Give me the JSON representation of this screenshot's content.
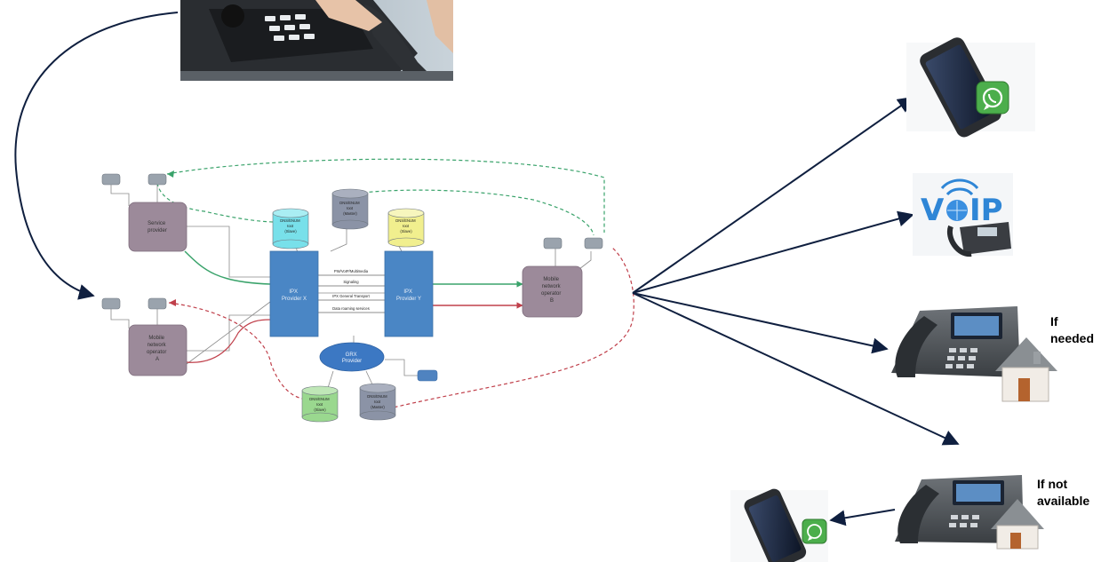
{
  "diagram": {
    "nodes": {
      "service_provider": [
        "Service",
        "provider"
      ],
      "mobile_operator_a": [
        "Mobile",
        "network",
        "operator",
        "A"
      ],
      "mobile_operator_b": [
        "Mobile",
        "network",
        "operator",
        "B"
      ],
      "ipx_provider_x": [
        "IPX",
        "Provider X"
      ],
      "ipx_provider_y": [
        "IPX",
        "Provider Y"
      ],
      "grx_provider": [
        "GRX",
        "Provider"
      ],
      "dns_slave_cyan": [
        "DNS/ENUM",
        "root",
        "(Slave)"
      ],
      "dns_master_top": [
        "DNS/ENUM",
        "root",
        "(Master)"
      ],
      "dns_slave_yellow": [
        "DNS/ENUM",
        "root",
        "(Slave)"
      ],
      "dns_slave_green": [
        "DNS/ENUM",
        "root",
        "(Slave)"
      ],
      "dns_master_bottom": [
        "DNS/ENUM",
        "root",
        "(Master)"
      ]
    },
    "ipx_channels": [
      "PW/VoIP/Multimedia",
      "Signaling",
      "IPX General Transport",
      "Data roaming services"
    ]
  },
  "labels": {
    "if_needed": [
      "If",
      "needed"
    ],
    "if_not_available": [
      "If not",
      "available"
    ]
  },
  "icons": {
    "desk_phone_hand": "desk-phone-with-hand-photo",
    "whatsapp": "whatsapp-icon",
    "voip": "voip-icon",
    "home": "house-icon"
  },
  "colors": {
    "arrow": "#0f1f3f",
    "node_purple": "#9c8a9a",
    "ipx_blue": "#4a86c5",
    "grx_blue": "#3c78c3",
    "green_link": "#3aa36b",
    "red_link": "#c0404b",
    "whatsapp_green": "#4cae4c"
  }
}
